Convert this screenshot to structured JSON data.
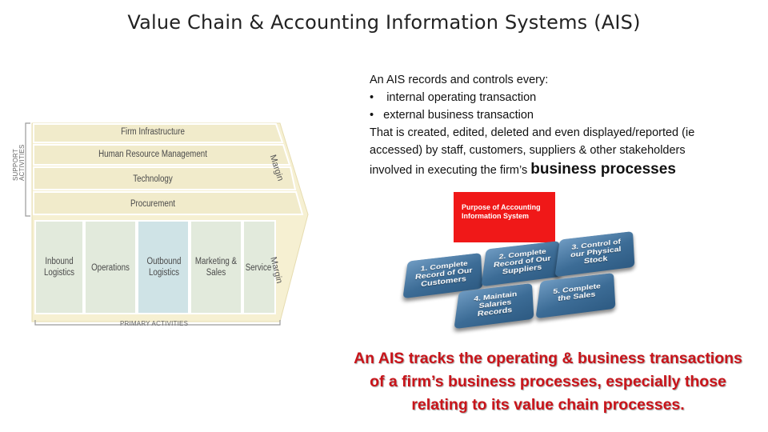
{
  "slide": {
    "title": "Value Chain & Accounting Information Systems (AIS)"
  },
  "value_chain": {
    "support_activities_label_line1": "SUPPORT",
    "support_activities_label_line2": "ACTIVITIES",
    "support_rows": [
      "Firm Infrastructure",
      "Human Resource Management",
      "Technology",
      "Procurement"
    ],
    "primary_boxes": [
      {
        "line1": "Inbound",
        "line2": "Logistics"
      },
      {
        "line1": "Operations",
        "line2": ""
      },
      {
        "line1": "Outbound",
        "line2": "Logistics"
      },
      {
        "line1": "Marketing &",
        "line2": "Sales"
      },
      {
        "line1": "Service",
        "line2": ""
      }
    ],
    "margin_top": "Margin",
    "margin_bottom": "Margin",
    "primary_activities_label": "PRIMARY ACTIVITIES",
    "colors": {
      "support_fill": "#f3eecf",
      "primary_fill": "#e3ebdf",
      "highlight_fill": "#cfe3e6",
      "arrow_fill": "#f6f0d2"
    }
  },
  "description": {
    "intro": "An AIS records and controls every:",
    "bullet1": "•    internal operating transaction",
    "bullet2": "•   external business transaction",
    "line4": "That is created, edited, deleted and even displayed/reported (ie",
    "line5": "accessed) by staff, customers, suppliers & other stakeholders",
    "line6_prefix": "involved in executing the firm’s ",
    "line6_big": "business processes"
  },
  "purpose_graphic": {
    "header_line1": "Purpose of Accounting",
    "header_line2": "Information System",
    "header_color": "#f01818",
    "tiles": [
      {
        "line1": "1. Complete",
        "line2": "Record of Our",
        "line3": "Customers"
      },
      {
        "line1": "2. Complete",
        "line2": "Record of Our",
        "line3": "Suppliers"
      },
      {
        "line1": "3. Control of",
        "line2": "our Physical",
        "line3": "Stock"
      },
      {
        "line1": "4. Maintain",
        "line2": "Salaries",
        "line3": "Records"
      },
      {
        "line1": "5. Complete",
        "line2": "the Sales",
        "line3": ""
      }
    ],
    "tile_color": "#3c6c96"
  },
  "summary": {
    "line1": "An AIS tracks the operating & business transactions",
    "line2": "of a firm’s business processes, especially those",
    "line3": "relating to its value chain processes.",
    "color": "#c9141a"
  }
}
